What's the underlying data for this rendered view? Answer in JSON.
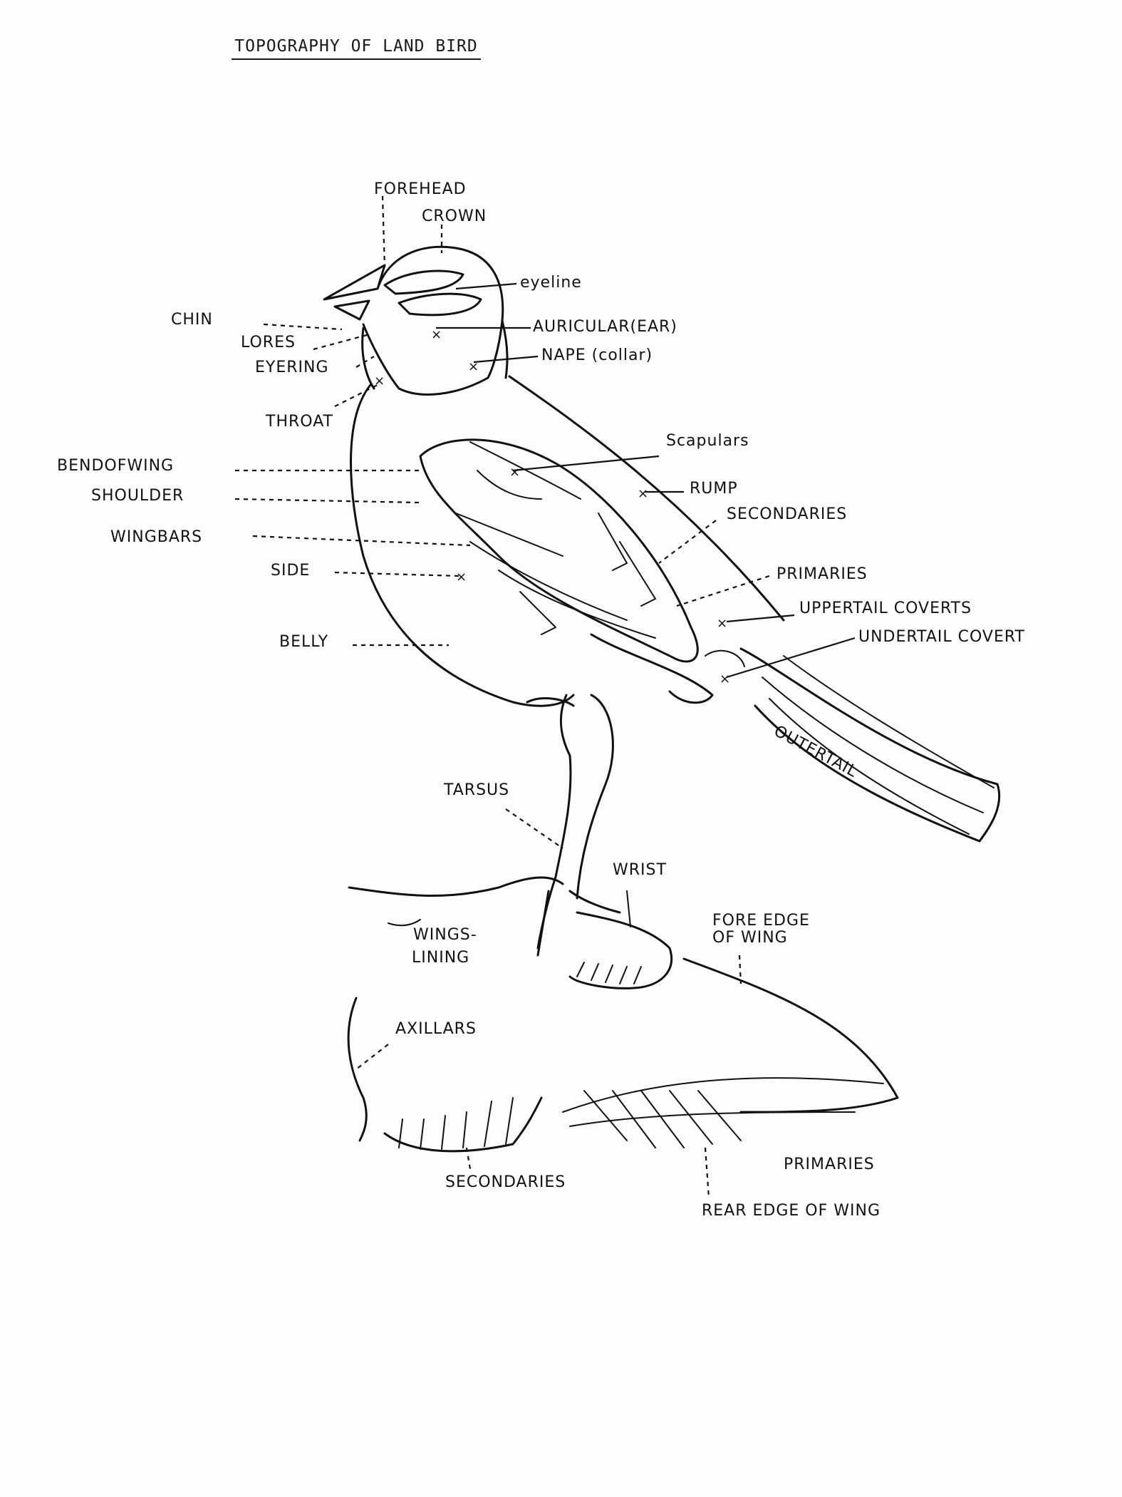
{
  "title": "TOPOGRAPHY OF LAND BIRD",
  "labels": {
    "forehead": "FOREHEAD",
    "crown": "CROWN",
    "eyeline": "eyeline",
    "chin": "CHIN",
    "lores": "LORES",
    "auricular": "AURICULAR(EAR)",
    "eyering": "EYERING",
    "nape": "NAPE (collar)",
    "throat": "THROAT",
    "scapulars": "Scapulars",
    "bend_of_wing": "BENDOFWING",
    "rump": "RUMP",
    "shoulder": "SHOULDER",
    "secondaries_upper": "SECONDARIES",
    "wing_bars": "WINGBARS",
    "side": "SIDE",
    "primaries_upper": "PRIMARIES",
    "uppertail_coverts": "UPPERTAIL COVERTS",
    "undertail_coverts": "UNDERTAIL COVERT",
    "belly": "BELLY",
    "outer_tail": "OUTERTAIL",
    "tarsus": "TARSUS",
    "wrist": "WRIST",
    "fore_edge_of_wing_1": "FORE EDGE",
    "fore_edge_of_wing_2": "OF WING",
    "wings_lining_1": "WINGS-",
    "wings_lining_2": "LINING",
    "axillars": "AXILLARS",
    "secondaries_lower": "SECONDARIES",
    "primaries_lower": "PRIMARIES",
    "rear_edge_of_wing": "REAR EDGE OF WING"
  }
}
